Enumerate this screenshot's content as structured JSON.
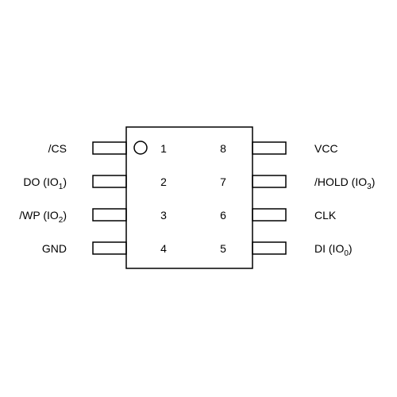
{
  "colors": {
    "stroke": "#000000",
    "background": "#ffffff",
    "text": "#000000"
  },
  "package": {
    "pin1_marker": "circle"
  },
  "pins": [
    {
      "number": "1",
      "label": "/CS",
      "sub": "",
      "suffix": ""
    },
    {
      "number": "2",
      "label": "DO (IO",
      "sub": "1",
      "suffix": ")"
    },
    {
      "number": "3",
      "label": "/WP (IO",
      "sub": "2",
      "suffix": ")"
    },
    {
      "number": "4",
      "label": "GND",
      "sub": "",
      "suffix": ""
    },
    {
      "number": "5",
      "label": "DI (IO",
      "sub": "0",
      "suffix": ")"
    },
    {
      "number": "6",
      "label": "CLK",
      "sub": "",
      "suffix": ""
    },
    {
      "number": "7",
      "label": "/HOLD (IO",
      "sub": "3",
      "suffix": ")"
    },
    {
      "number": "8",
      "label": "VCC",
      "sub": "",
      "suffix": ""
    }
  ]
}
